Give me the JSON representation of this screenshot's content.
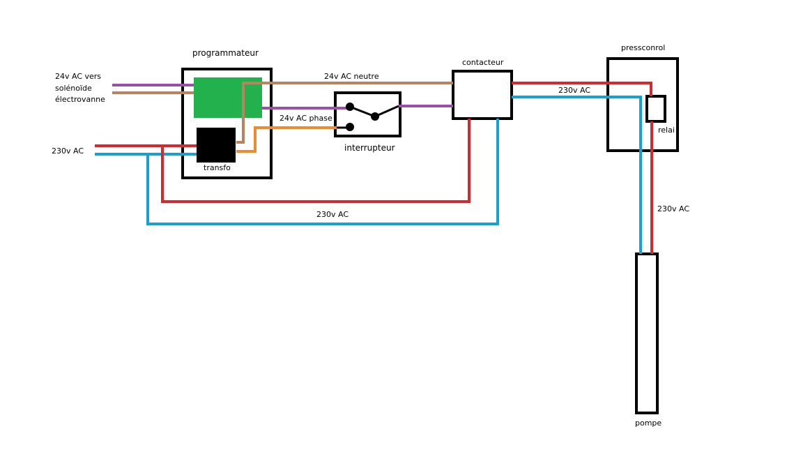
{
  "colors": {
    "red": "#d42a2f",
    "blue": "#1a9fd4",
    "brown": "#b98261",
    "purple": "#9a4fa8",
    "orange": "#ef8a2e",
    "green": "#22b14c",
    "black": "#000000"
  },
  "components": {
    "programmateur": "programmateur",
    "transfo": "transfo",
    "interrupteur": "interrupteur",
    "contacteur": "contacteur",
    "pressconrol": "pressconrol",
    "relai": "relai",
    "pompe": "pompe"
  },
  "labels": {
    "solenoid_line1": "24v AC vers",
    "solenoid_line2": "solénoïde",
    "solenoid_line3": "électrovanne",
    "supply_left": "230v AC",
    "neutre": "24v AC neutre",
    "phase": "24v AC phase",
    "bottom_230": "230v AC",
    "press_230": "230v AC",
    "pump_230": "230v AC"
  }
}
